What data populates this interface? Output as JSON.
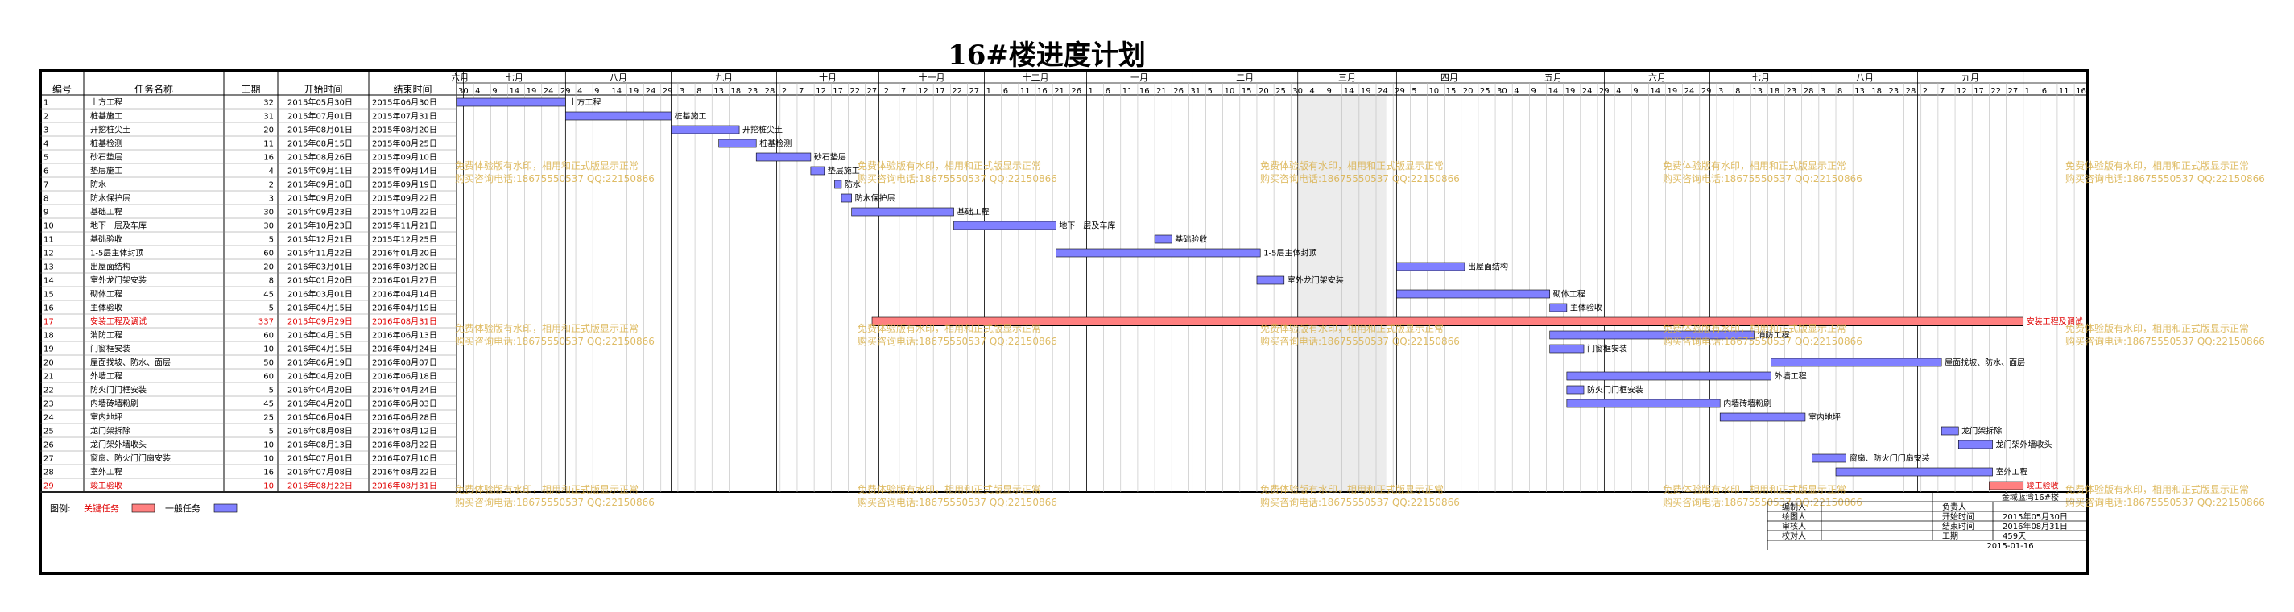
{
  "title": "16#楼进度计划",
  "table_headers": [
    "编号",
    "任务名称",
    "工期",
    "开始时间",
    "结束时间"
  ],
  "months": [
    "六月",
    "七月",
    "八月",
    "九月",
    "十月",
    "十一月",
    "十二月",
    "一月",
    "二月",
    "三月",
    "四月",
    "五月",
    "六月",
    "七月",
    "八月",
    "九月"
  ],
  "day_ticks": [
    "30",
    "4",
    "9",
    "14",
    "19",
    "24",
    "29",
    "4",
    "9",
    "14",
    "19",
    "24",
    "29",
    "3",
    "8",
    "13",
    "18",
    "23",
    "28",
    "2",
    "7",
    "12",
    "17",
    "22",
    "27",
    "2",
    "7",
    "12",
    "17",
    "22",
    "27",
    "1",
    "6",
    "11",
    "16",
    "21",
    "26",
    "1",
    "6",
    "11",
    "16",
    "21",
    "26",
    "31",
    "5",
    "10",
    "15",
    "20",
    "25",
    "30",
    "4",
    "9",
    "14",
    "19",
    "24",
    "29",
    "5",
    "10",
    "15",
    "20",
    "25",
    "30",
    "4",
    "9",
    "14",
    "19",
    "24",
    "29",
    "4",
    "9",
    "14",
    "19",
    "24",
    "29",
    "3",
    "8",
    "13",
    "18",
    "23",
    "28",
    "3",
    "8",
    "13",
    "18",
    "23",
    "28",
    "2",
    "7",
    "12",
    "17",
    "22",
    "27",
    "1",
    "6",
    "11",
    "16"
  ],
  "watermark": [
    "免费体验版有水印，相用和正式版显示正常",
    "购买咨询电话:18675550537 QQ:22150866"
  ],
  "legend": {
    "label": "图例:",
    "critical": "关键任务",
    "normal": "一般任务"
  },
  "info_block": {
    "project": "金域蓝湾16#楼",
    "rows": [
      {
        "left_label": "编制人",
        "left_value": "",
        "right_label": "负责人",
        "right_value": ""
      },
      {
        "left_label": "绘图人",
        "left_value": "",
        "right_label": "开始时间",
        "right_value": "2015年05月30日"
      },
      {
        "left_label": "审核人",
        "left_value": "",
        "right_label": "结束时间",
        "right_value": "2016年08月31日"
      },
      {
        "left_label": "校对人",
        "left_value": "",
        "right_label": "工期",
        "right_value": "459天"
      }
    ],
    "date": "2015-01-16"
  },
  "chart_data": {
    "type": "gantt",
    "title": "16#楼进度计划",
    "x_range": [
      "2015-05-30",
      "2016-09-20"
    ],
    "shaded_range": [
      "2016-02-01",
      "2016-02-27"
    ],
    "colors": {
      "normal": "#8080ff",
      "critical": "#ff8080",
      "critical_text": "#e00000"
    },
    "tasks": [
      {
        "id": "1",
        "name": "土方工程",
        "duration": "32",
        "start": "2015年05月30日",
        "end": "2015年06月30日",
        "s": "2015-05-30",
        "e": "2015-06-30",
        "critical": false
      },
      {
        "id": "2",
        "name": "桩基施工",
        "duration": "31",
        "start": "2015年07月01日",
        "end": "2015年07月31日",
        "s": "2015-07-01",
        "e": "2015-07-31",
        "critical": false
      },
      {
        "id": "3",
        "name": "开挖桩尖土",
        "duration": "20",
        "start": "2015年08月01日",
        "end": "2015年08月20日",
        "s": "2015-08-01",
        "e": "2015-08-20",
        "critical": false
      },
      {
        "id": "4",
        "name": "桩基检测",
        "duration": "11",
        "start": "2015年08月15日",
        "end": "2015年08月25日",
        "s": "2015-08-15",
        "e": "2015-08-25",
        "critical": false
      },
      {
        "id": "5",
        "name": "砂石垫层",
        "duration": "16",
        "start": "2015年08月26日",
        "end": "2015年09月10日",
        "s": "2015-08-26",
        "e": "2015-09-10",
        "critical": false
      },
      {
        "id": "6",
        "name": "垫层施工",
        "duration": "4",
        "start": "2015年09月11日",
        "end": "2015年09月14日",
        "s": "2015-09-11",
        "e": "2015-09-14",
        "critical": false
      },
      {
        "id": "7",
        "name": "防水",
        "duration": "2",
        "start": "2015年09月18日",
        "end": "2015年09月19日",
        "s": "2015-09-18",
        "e": "2015-09-19",
        "critical": false
      },
      {
        "id": "8",
        "name": "防水保护层",
        "duration": "3",
        "start": "2015年09月20日",
        "end": "2015年09月22日",
        "s": "2015-09-20",
        "e": "2015-09-22",
        "critical": false
      },
      {
        "id": "9",
        "name": "基础工程",
        "duration": "30",
        "start": "2015年09月23日",
        "end": "2015年10月22日",
        "s": "2015-09-23",
        "e": "2015-10-22",
        "critical": false
      },
      {
        "id": "10",
        "name": "地下一层及车库",
        "duration": "30",
        "start": "2015年10月23日",
        "end": "2015年11月21日",
        "s": "2015-10-23",
        "e": "2015-11-21",
        "critical": false
      },
      {
        "id": "11",
        "name": "基础验收",
        "duration": "5",
        "start": "2015年12月21日",
        "end": "2015年12月25日",
        "s": "2015-12-21",
        "e": "2015-12-25",
        "critical": false
      },
      {
        "id": "12",
        "name": "1-5层主体封顶",
        "duration": "60",
        "start": "2015年11月22日",
        "end": "2016年01月20日",
        "s": "2015-11-22",
        "e": "2016-01-20",
        "critical": false
      },
      {
        "id": "13",
        "name": "出屋面结构",
        "duration": "20",
        "start": "2016年03月01日",
        "end": "2016年03月20日",
        "s": "2016-03-01",
        "e": "2016-03-20",
        "critical": false
      },
      {
        "id": "14",
        "name": "室外龙门架安装",
        "duration": "8",
        "start": "2016年01月20日",
        "end": "2016年01月27日",
        "s": "2016-01-20",
        "e": "2016-01-27",
        "critical": false
      },
      {
        "id": "15",
        "name": "砌体工程",
        "duration": "45",
        "start": "2016年03月01日",
        "end": "2016年04月14日",
        "s": "2016-03-01",
        "e": "2016-04-14",
        "critical": false
      },
      {
        "id": "16",
        "name": "主体验收",
        "duration": "5",
        "start": "2016年04月15日",
        "end": "2016年04月19日",
        "s": "2016-04-15",
        "e": "2016-04-19",
        "critical": false
      },
      {
        "id": "17",
        "name": "安装工程及调试",
        "duration": "337",
        "start": "2015年09月29日",
        "end": "2016年08月31日",
        "s": "2015-09-29",
        "e": "2016-08-31",
        "critical": true
      },
      {
        "id": "18",
        "name": "消防工程",
        "duration": "60",
        "start": "2016年04月15日",
        "end": "2016年06月13日",
        "s": "2016-04-15",
        "e": "2016-06-13",
        "critical": false
      },
      {
        "id": "19",
        "name": "门窗框安装",
        "duration": "10",
        "start": "2016年04月15日",
        "end": "2016年04月24日",
        "s": "2016-04-15",
        "e": "2016-04-24",
        "critical": false
      },
      {
        "id": "20",
        "name": "屋面找坡、防水、面层",
        "duration": "50",
        "start": "2016年06月19日",
        "end": "2016年08月07日",
        "s": "2016-06-19",
        "e": "2016-08-07",
        "critical": false
      },
      {
        "id": "21",
        "name": "外墙工程",
        "duration": "60",
        "start": "2016年04月20日",
        "end": "2016年06月18日",
        "s": "2016-04-20",
        "e": "2016-06-18",
        "critical": false
      },
      {
        "id": "22",
        "name": "防火门门框安装",
        "duration": "5",
        "start": "2016年04月20日",
        "end": "2016年04月24日",
        "s": "2016-04-20",
        "e": "2016-04-24",
        "critical": false
      },
      {
        "id": "23",
        "name": "内墙砖墙粉刷",
        "duration": "45",
        "start": "2016年04月20日",
        "end": "2016年06月03日",
        "s": "2016-04-20",
        "e": "2016-06-03",
        "critical": false
      },
      {
        "id": "24",
        "name": "室内地坪",
        "duration": "25",
        "start": "2016年06月04日",
        "end": "2016年06月28日",
        "s": "2016-06-04",
        "e": "2016-06-28",
        "critical": false
      },
      {
        "id": "25",
        "name": "龙门架拆除",
        "duration": "5",
        "start": "2016年08月08日",
        "end": "2016年08月12日",
        "s": "2016-08-08",
        "e": "2016-08-12",
        "critical": false
      },
      {
        "id": "26",
        "name": "龙门架外墙收头",
        "duration": "10",
        "start": "2016年08月13日",
        "end": "2016年08月22日",
        "s": "2016-08-13",
        "e": "2016-08-22",
        "critical": false
      },
      {
        "id": "27",
        "name": "窗扇、防火门门扇安装",
        "duration": "10",
        "start": "2016年07月01日",
        "end": "2016年07月10日",
        "s": "2016-07-01",
        "e": "2016-07-10",
        "critical": false
      },
      {
        "id": "28",
        "name": "室外工程",
        "duration": "16",
        "start": "2016年07月08日",
        "end": "2016年08月22日",
        "s": "2016-07-08",
        "e": "2016-08-22",
        "critical": false
      },
      {
        "id": "29",
        "name": "竣工验收",
        "duration": "10",
        "start": "2016年08月22日",
        "end": "2016年08月31日",
        "s": "2016-08-22",
        "e": "2016-08-31",
        "critical": true
      }
    ]
  }
}
